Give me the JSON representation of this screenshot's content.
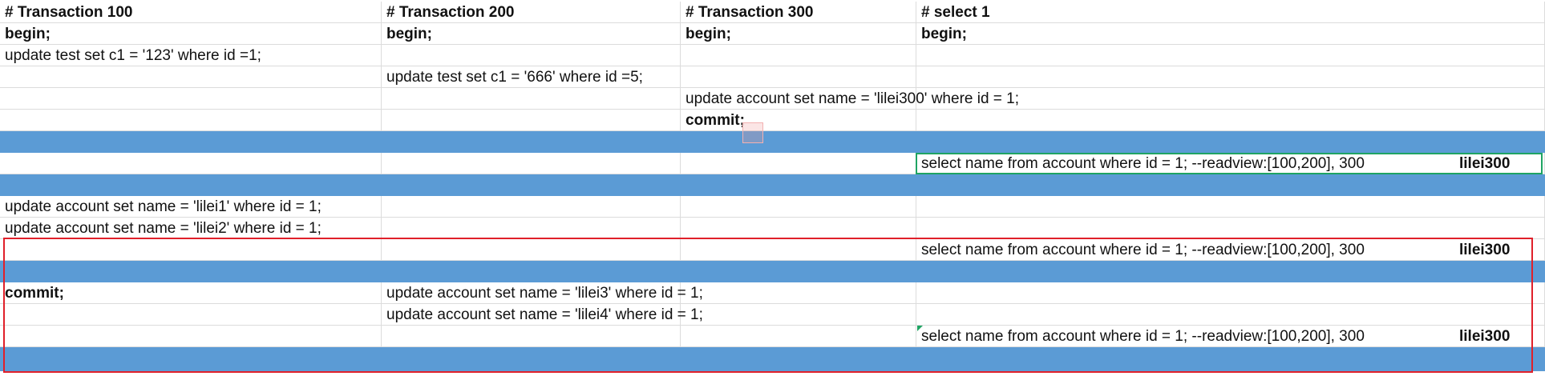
{
  "sheet": {
    "headers": [
      "# Transaction 100",
      "# Transaction 200",
      "# Transaction 300",
      "# select 1"
    ],
    "begin_row": [
      "begin;",
      "begin;",
      "begin;",
      "begin;"
    ],
    "rows": [
      {
        "t100": "update test set c1 = '123' where id =1;"
      },
      {
        "t200": "update test set c1 = '666' where id =5;"
      },
      {
        "t300": "update account set name = 'lilei300' where id = 1;"
      },
      {
        "t300": "commit;"
      },
      {
        "select": "select name from account where id = 1;   --readview:[100,200], 300",
        "result": "lilei300"
      },
      {
        "t100": "update account set name = 'lilei1' where id = 1;"
      },
      {
        "t100": "update account set name = 'lilei2' where id = 1;"
      },
      {
        "select": "select name from account where id = 1;   --readview:[100,200], 300",
        "result": "lilei300"
      },
      {
        "t100": "commit;",
        "t200": "update account set name = 'lilei3' where id = 1;"
      },
      {
        "t200": "update account set name = 'lilei4' where id = 1;"
      },
      {
        "select": "select name from account where id = 1;   --readview:[100,200], 300",
        "result": "lilei300"
      }
    ]
  },
  "colors": {
    "band": "#5b9bd5",
    "highlight_box": "#e0202a",
    "selected_cell": "#1fa463"
  }
}
